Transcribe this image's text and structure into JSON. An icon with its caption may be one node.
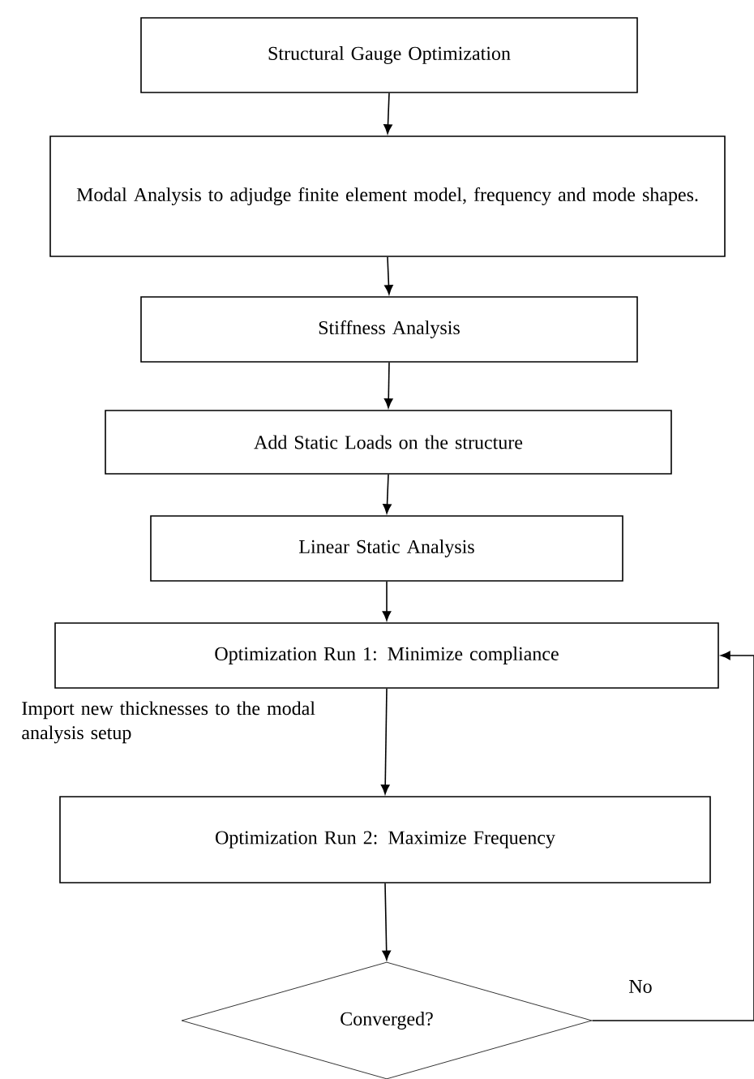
{
  "diagram": {
    "nodes": [
      {
        "text": [
          "Structural Gauge Optimization"
        ]
      },
      {
        "text": [
          "Modal Analysis to adjudge finite element model, frequency and mode shapes."
        ]
      },
      {
        "text": [
          "Stiffness Analysis"
        ]
      },
      {
        "text": [
          "Add Static Loads on the structure"
        ]
      },
      {
        "text": [
          "Linear Static Analysis"
        ]
      },
      {
        "text": [
          "Optimization Run 1: Minimize compliance"
        ]
      },
      {
        "text": [
          "Optimization Run 2: Maximize Frequency"
        ]
      },
      {
        "text": [
          "Converged?"
        ]
      }
    ],
    "edges": [
      {
        "from": 0,
        "to": 1,
        "arrow": "to"
      },
      {
        "from": 1,
        "to": 2,
        "arrow": "to"
      },
      {
        "from": 2,
        "to": 3,
        "arrow": "to"
      },
      {
        "from": 3,
        "to": 4,
        "arrow": "to"
      },
      {
        "from": 4,
        "to": 5,
        "arrow": "to"
      },
      {
        "from": 5,
        "to": 6,
        "arrow": "to",
        "label": "Import new thicknesses to the modal analysis setup"
      },
      {
        "from": 6,
        "to": 7,
        "arrow": "to"
      },
      {
        "from": 7,
        "to": 5,
        "arrow": "to",
        "label": "No"
      }
    ]
  }
}
